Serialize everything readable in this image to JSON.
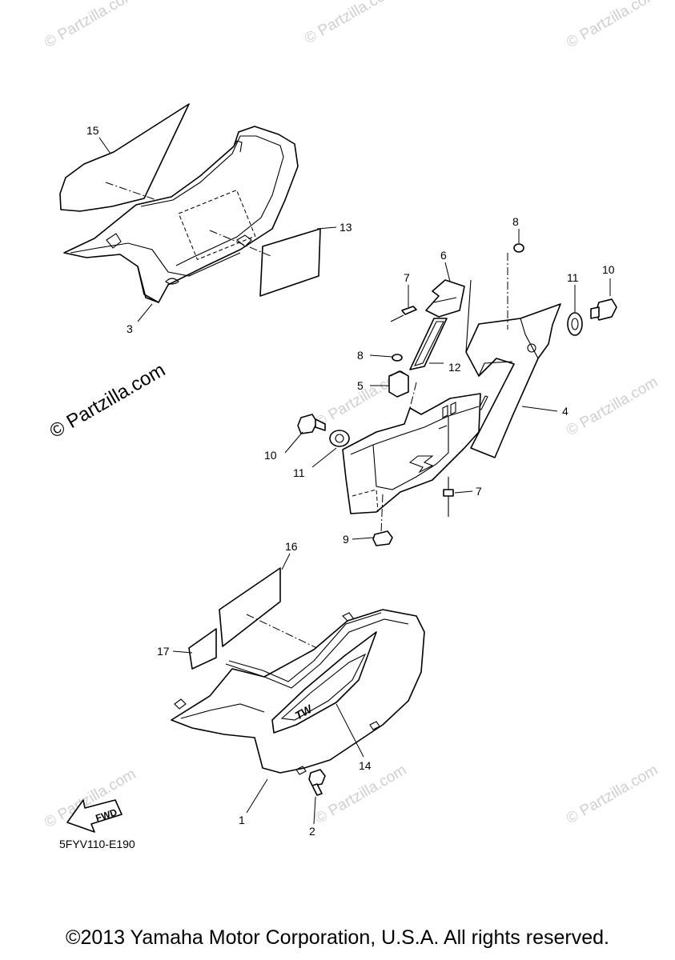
{
  "watermark": "© Partzilla.com",
  "main_watermark": "© Partzilla.com",
  "diagram_code": "5FYV110-E190",
  "fwd_label": "FWD",
  "copyright": "©2013 Yamaha Motor Corporation, U.S.A. All rights reserved.",
  "callouts": {
    "c1": "1",
    "c2": "2",
    "c3": "3",
    "c4": "4",
    "c5": "5",
    "c6": "6",
    "c7a": "7",
    "c7b": "7",
    "c8a": "8",
    "c8b": "8",
    "c9": "9",
    "c10a": "10",
    "c10b": "10",
    "c11a": "11",
    "c11b": "11",
    "c12": "12",
    "c13": "13",
    "c14": "14",
    "c15": "15",
    "c16": "16",
    "c17": "17"
  },
  "tank_logo": "TW"
}
